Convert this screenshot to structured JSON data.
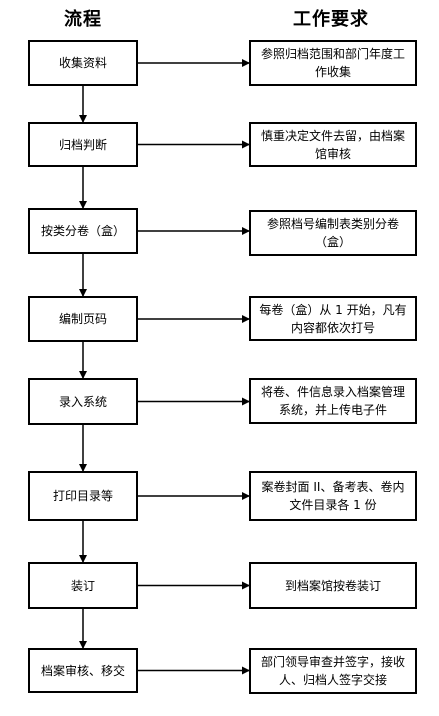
{
  "headers": {
    "left": "流程",
    "right": "工作要求"
  },
  "steps": [
    {
      "process": "收集资料",
      "requirement": "参照归档范围和部门年度工作收集"
    },
    {
      "process": "归档判断",
      "requirement": "慎重决定文件去留，由档案馆审核"
    },
    {
      "process": "按类分卷（盒）",
      "requirement": "参照档号编制表类别分卷（盒）"
    },
    {
      "process": "编制页码",
      "requirement": "每卷（盒）从 1 开始，凡有内容都依次打号"
    },
    {
      "process": "录入系统",
      "requirement": "将卷、件信息录入档案管理系统，并上传电子件"
    },
    {
      "process": "打印目录等",
      "requirement": "案卷封面 II、备考表、卷内文件目录各 1 份"
    },
    {
      "process": "装订",
      "requirement": "到档案馆按卷装订"
    },
    {
      "process": "档案审核、移交",
      "requirement": "部门领导审查并签字，接收人、归档人签字交接"
    }
  ],
  "colors": {
    "line": "#000000",
    "box_border": "#000000",
    "background": "#ffffff"
  }
}
